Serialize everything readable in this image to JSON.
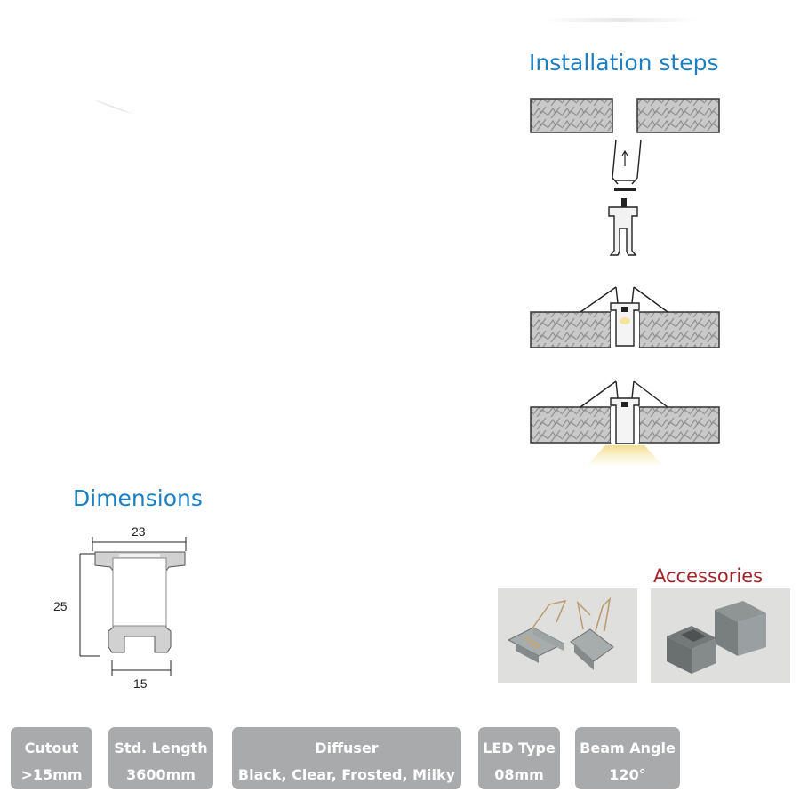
{
  "install": {
    "title": "Installation steps"
  },
  "dimensions": {
    "title": "Dimensions",
    "width_top": "23",
    "height": "25",
    "width_bottom": "15"
  },
  "accessories": {
    "title": "Accessories"
  },
  "specs": [
    {
      "label": "Cutout",
      "value": ">15mm"
    },
    {
      "label": "Std. Length",
      "value": "3600mm"
    },
    {
      "label": "Diffuser",
      "value": "Black, Clear, Frosted, Milky"
    },
    {
      "label": "LED Type",
      "value": "08mm"
    },
    {
      "label": "Beam Angle",
      "value": "120°"
    }
  ],
  "colors": {
    "title_blue": "#1a7fc4",
    "accessories_red": "#a3252c",
    "badge_gray": "#a9aaab"
  }
}
